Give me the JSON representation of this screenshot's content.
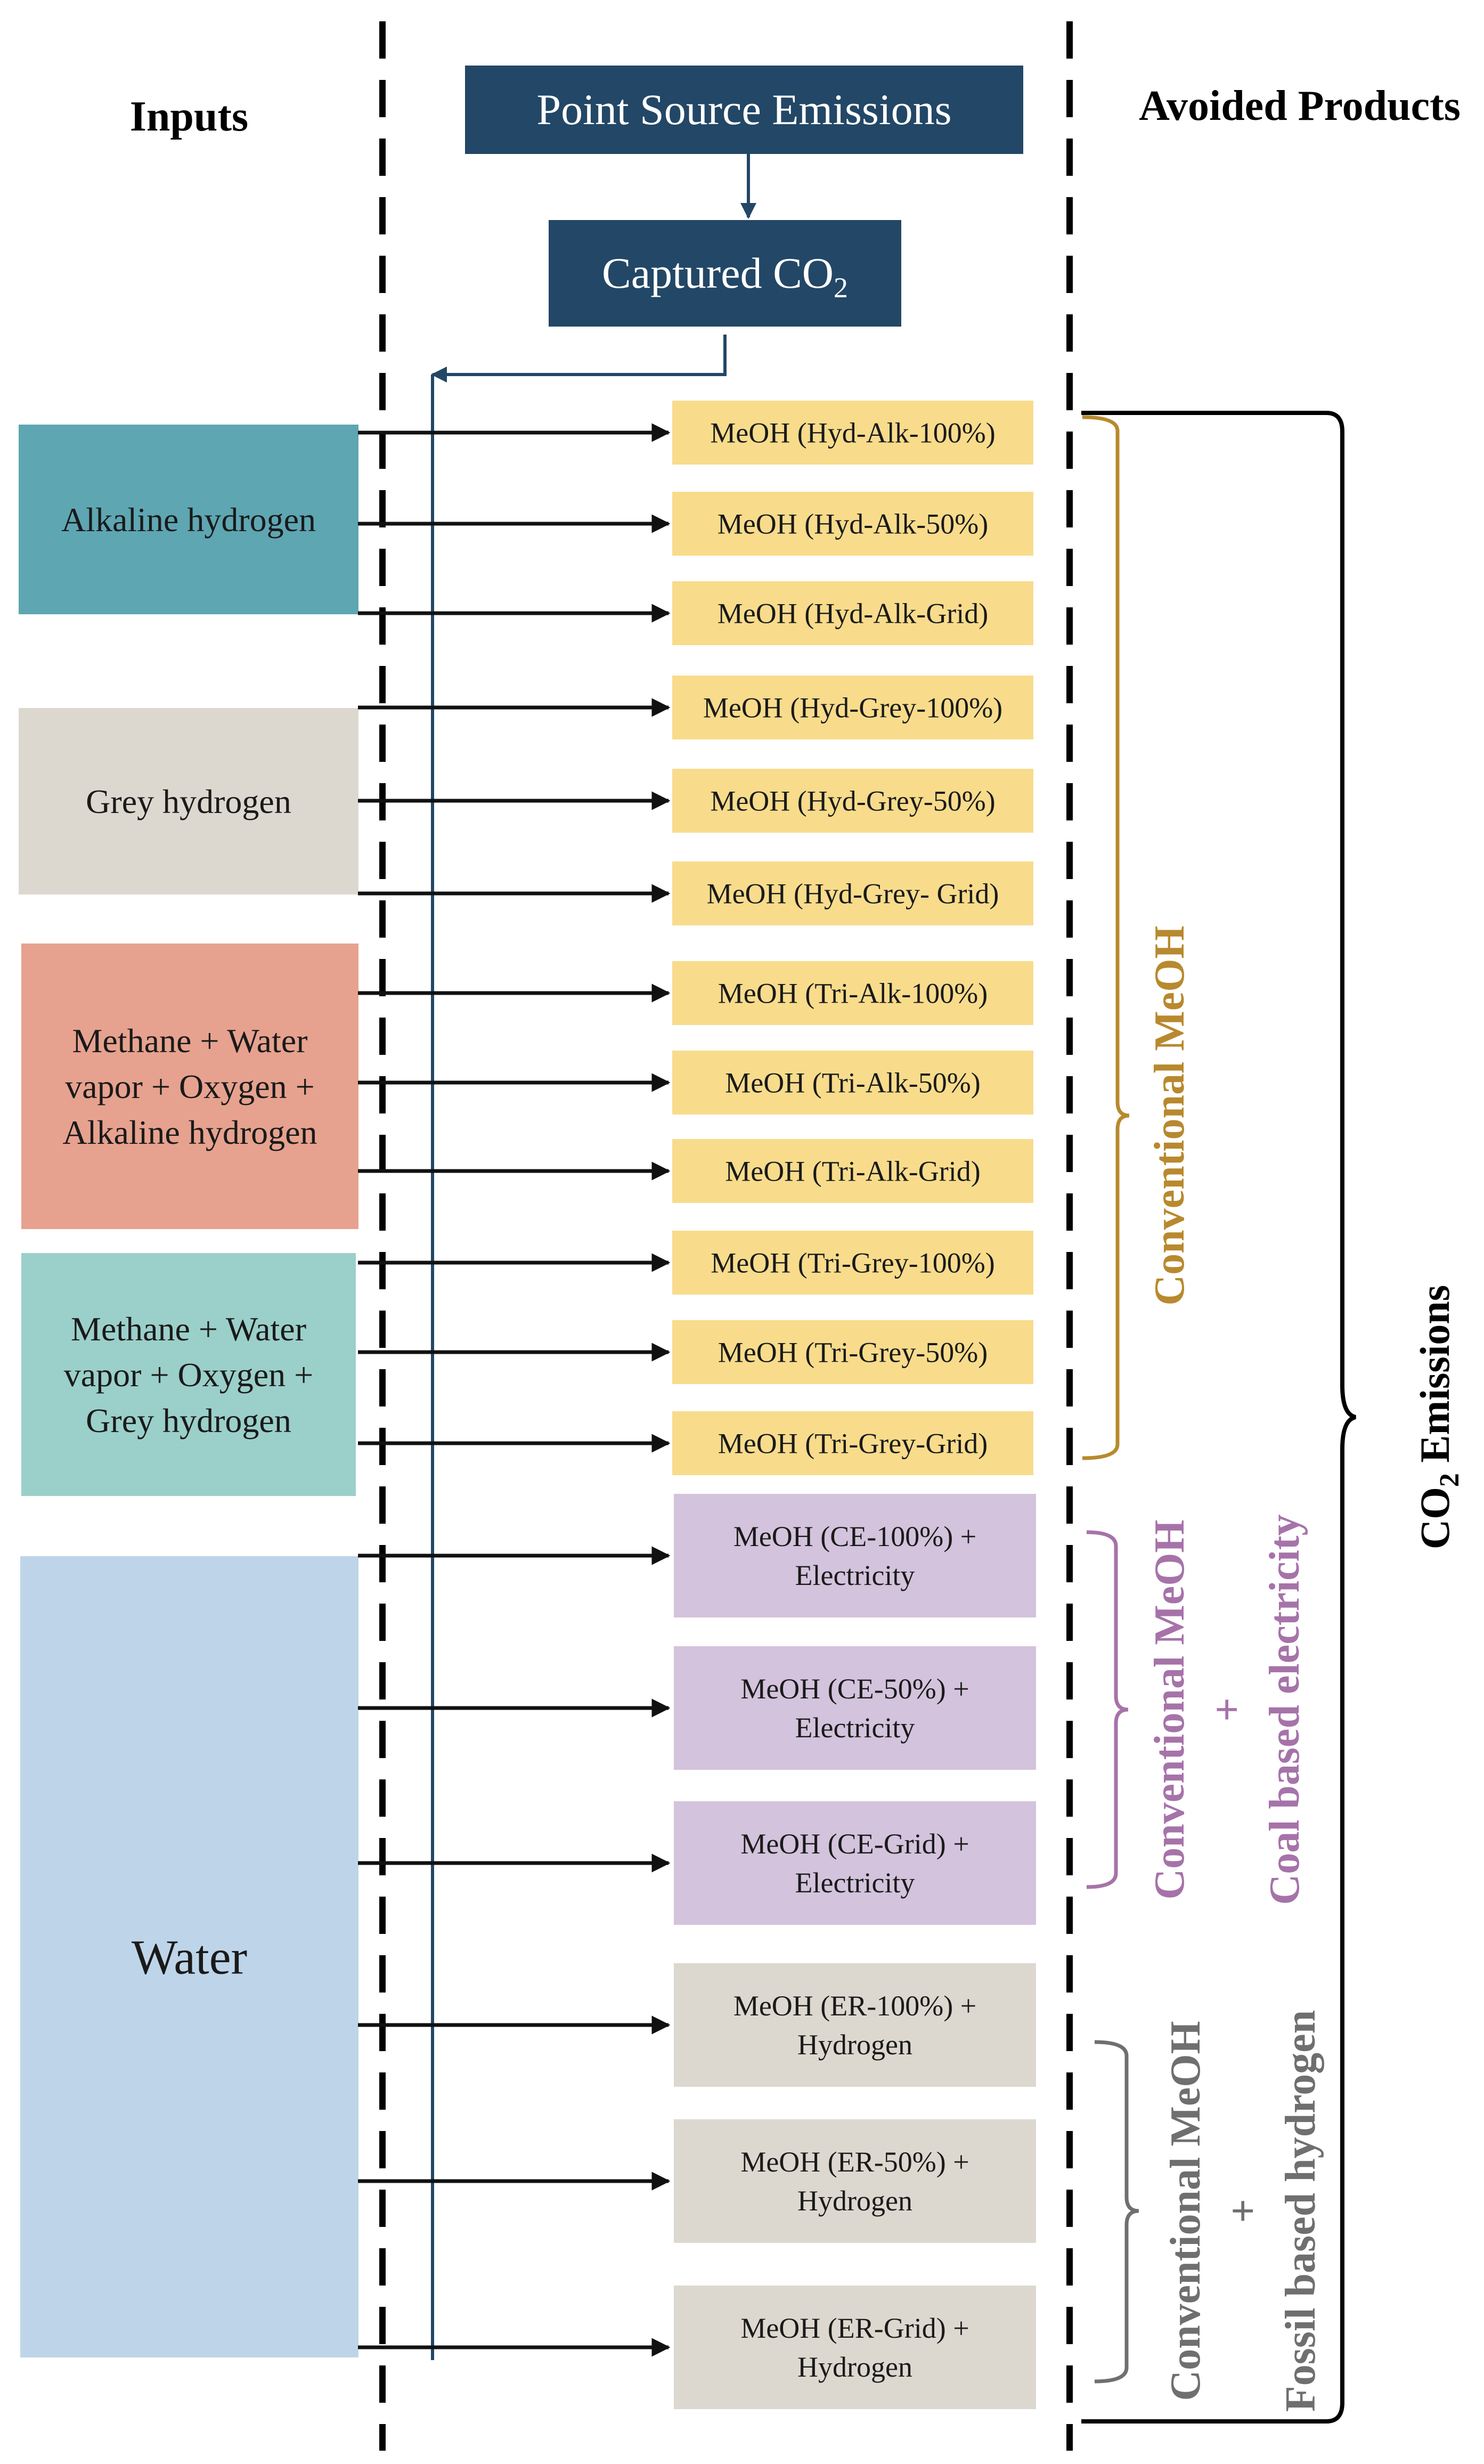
{
  "headers": {
    "inputs": "Inputs",
    "avoided_products": "Avoided Products"
  },
  "top": {
    "point_source": "Point Source Emissions",
    "captured_main": "Captured CO",
    "captured_sub": "2"
  },
  "inputs": [
    {
      "lines": [
        "Alkaline hydrogen"
      ],
      "color": "#5ea6b2"
    },
    {
      "lines": [
        "Grey hydrogen"
      ],
      "color": "#ddd8cf"
    },
    {
      "lines": [
        "Methane + Water",
        "vapor + Oxygen +",
        "Alkaline hydrogen"
      ],
      "color": "#e6a28f"
    },
    {
      "lines": [
        "Methane + Water",
        "vapor + Oxygen +",
        "Grey hydrogen"
      ],
      "color": "#9bcfca"
    },
    {
      "lines": [
        "Water"
      ],
      "color": "#bed5e9"
    }
  ],
  "products": [
    {
      "lines": [
        "MeOH (Hyd-Alk-100%)"
      ],
      "color": "#f8dc8c"
    },
    {
      "lines": [
        "MeOH (Hyd-Alk-50%)"
      ],
      "color": "#f8dc8c"
    },
    {
      "lines": [
        "MeOH (Hyd-Alk-Grid)"
      ],
      "color": "#f8dc8c"
    },
    {
      "lines": [
        "MeOH (Hyd-Grey-100%)"
      ],
      "color": "#f8dc8c"
    },
    {
      "lines": [
        "MeOH (Hyd-Grey-50%)"
      ],
      "color": "#f8dc8c"
    },
    {
      "lines": [
        "MeOH (Hyd-Grey- Grid)"
      ],
      "color": "#f8dc8c"
    },
    {
      "lines": [
        "MeOH (Tri-Alk-100%)"
      ],
      "color": "#f8dc8c"
    },
    {
      "lines": [
        "MeOH (Tri-Alk-50%)"
      ],
      "color": "#f8dc8c"
    },
    {
      "lines": [
        "MeOH (Tri-Alk-Grid)"
      ],
      "color": "#f8dc8c"
    },
    {
      "lines": [
        "MeOH (Tri-Grey-100%)"
      ],
      "color": "#f8dc8c"
    },
    {
      "lines": [
        "MeOH (Tri-Grey-50%)"
      ],
      "color": "#f8dc8c"
    },
    {
      "lines": [
        "MeOH (Tri-Grey-Grid)"
      ],
      "color": "#f8dc8c"
    },
    {
      "lines": [
        "MeOH (CE-100%) +",
        "Electricity"
      ],
      "color": "#d3c3dc"
    },
    {
      "lines": [
        "MeOH (CE-50%) +",
        "Electricity"
      ],
      "color": "#d3c3dc"
    },
    {
      "lines": [
        "MeOH (CE-Grid) +",
        "Electricity"
      ],
      "color": "#d3c3dc"
    },
    {
      "lines": [
        "MeOH (ER-100%) +",
        "Hydrogen"
      ],
      "color": "#ddd8cf"
    },
    {
      "lines": [
        "MeOH (ER-50%) +",
        "Hydrogen"
      ],
      "color": "#ddd8cf"
    },
    {
      "lines": [
        "MeOH (ER-Grid) +",
        "Hydrogen"
      ],
      "color": "#ddd8cf"
    }
  ],
  "brackets": [
    {
      "lines": [
        "Conventional MeOH"
      ],
      "color": "#b8892e"
    },
    {
      "lines": [
        "Conventional MeOH",
        "+",
        "Coal based electricity"
      ],
      "color": "#a673a9"
    },
    {
      "lines": [
        "Conventional MeOH",
        "+",
        "Fossil based hydrogen"
      ],
      "color": "#6f6f6f"
    }
  ],
  "outer_bracket": {
    "main": "CO",
    "sub": "2",
    "rest": " Emissions"
  },
  "colors": {
    "navy": "#234766",
    "arrow": "#111111",
    "text_dark": "#1a1a1a",
    "top_text": "#ffffff"
  }
}
